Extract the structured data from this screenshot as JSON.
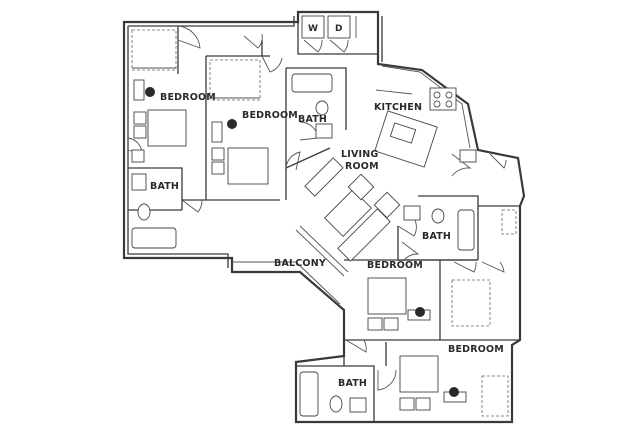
{
  "rooms": {
    "bedroom_top_left": "BEDROOM",
    "bedroom_top_center": "BEDROOM",
    "bath_top_center": "BATH",
    "kitchen": "KITCHEN",
    "living_line1": "LIVING",
    "living_line2": "ROOM",
    "bath_left": "BATH",
    "bath_right": "BATH",
    "balcony": "BALCONY",
    "bedroom_center": "BEDROOM",
    "bedroom_bottom_right": "BEDROOM",
    "bath_bottom": "BATH",
    "washer": "W",
    "dryer": "D"
  }
}
